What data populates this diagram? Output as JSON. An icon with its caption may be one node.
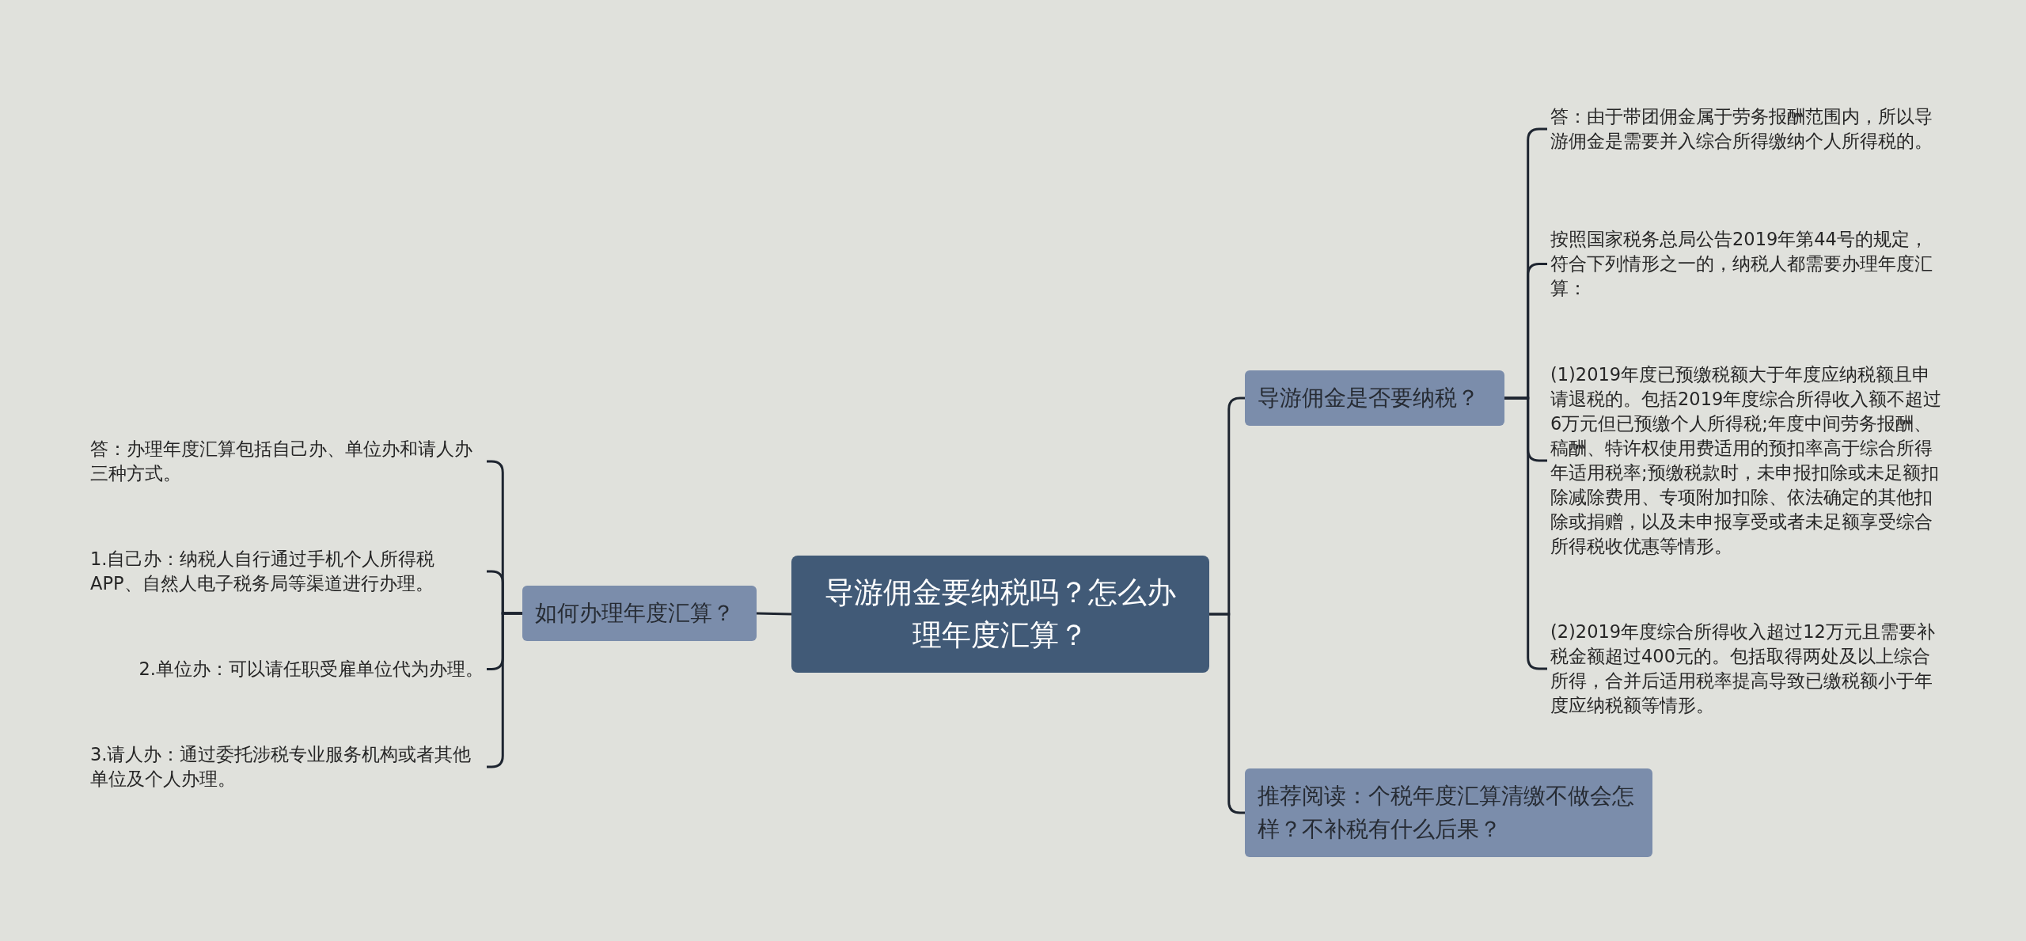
{
  "diagram": {
    "nodes": [
      {
        "text": [
          "导游佣金要纳税吗？怎么办理年度汇算？"
        ]
      },
      {
        "text": [
          "导游佣金是否要纳税？"
        ]
      },
      {
        "text": [
          "答：由于带团佣金属于劳务报酬范围内，所以导游佣金是需要并入综合所得缴纳个人所得税的。"
        ]
      },
      {
        "text": [
          "按照国家税务总局公告2019年第44号的规定，符合下列情形之一的，纳税人都需要办理年度汇算："
        ]
      },
      {
        "text": [
          "(1)2019年度已预缴税额大于年度应纳税额且申请退税的。包括2019年度综合所得收入额不超过6万元但已预缴个人所得税;年度中间劳务报酬、稿酬、特许权使用费适用的预扣率高于综合所得年适用税率;预缴税款时，未申报扣除或未足额扣除减除费用、专项附加扣除、依法确定的其他扣除或捐赠，以及未申报享受或者未足额享受综合所得税收优惠等情形。"
        ]
      },
      {
        "text": [
          "(2)2019年度综合所得收入超过12万元且需要补税金额超过400元的。包括取得两处及以上综合所得，合并后适用税率提高导致已缴税额小于年度应纳税额等情形。"
        ]
      },
      {
        "text": [
          "推荐阅读：个税年度汇算清缴不做会怎样？不补税有什么后果？"
        ]
      },
      {
        "text": [
          "如何办理年度汇算？"
        ]
      },
      {
        "text": [
          "答：办理年度汇算包括自己办、单位办和请人办三种方式。"
        ]
      },
      {
        "text": [
          "1.自己办：纳税人自行通过手机个人所得税APP、自然人电子税务局等渠道进行办理。"
        ]
      },
      {
        "text": [
          "2.单位办：可以请任职受雇单位代为办理。"
        ]
      },
      {
        "text": [
          "3.请人办：通过委托涉税专业服务机构或者其他单位及个人办理。"
        ]
      }
    ],
    "edges": [
      {
        "from": 0,
        "to": 1,
        "arrow": "none"
      },
      {
        "from": 1,
        "to": 2,
        "arrow": "none"
      },
      {
        "from": 1,
        "to": 3,
        "arrow": "none"
      },
      {
        "from": 1,
        "to": 4,
        "arrow": "none"
      },
      {
        "from": 1,
        "to": 5,
        "arrow": "none"
      },
      {
        "from": 0,
        "to": 6,
        "arrow": "none"
      },
      {
        "from": 0,
        "to": 7,
        "arrow": "none"
      },
      {
        "from": 7,
        "to": 8,
        "arrow": "none"
      },
      {
        "from": 7,
        "to": 9,
        "arrow": "none"
      },
      {
        "from": 7,
        "to": 10,
        "arrow": "none"
      },
      {
        "from": 7,
        "to": 11,
        "arrow": "none"
      }
    ]
  }
}
